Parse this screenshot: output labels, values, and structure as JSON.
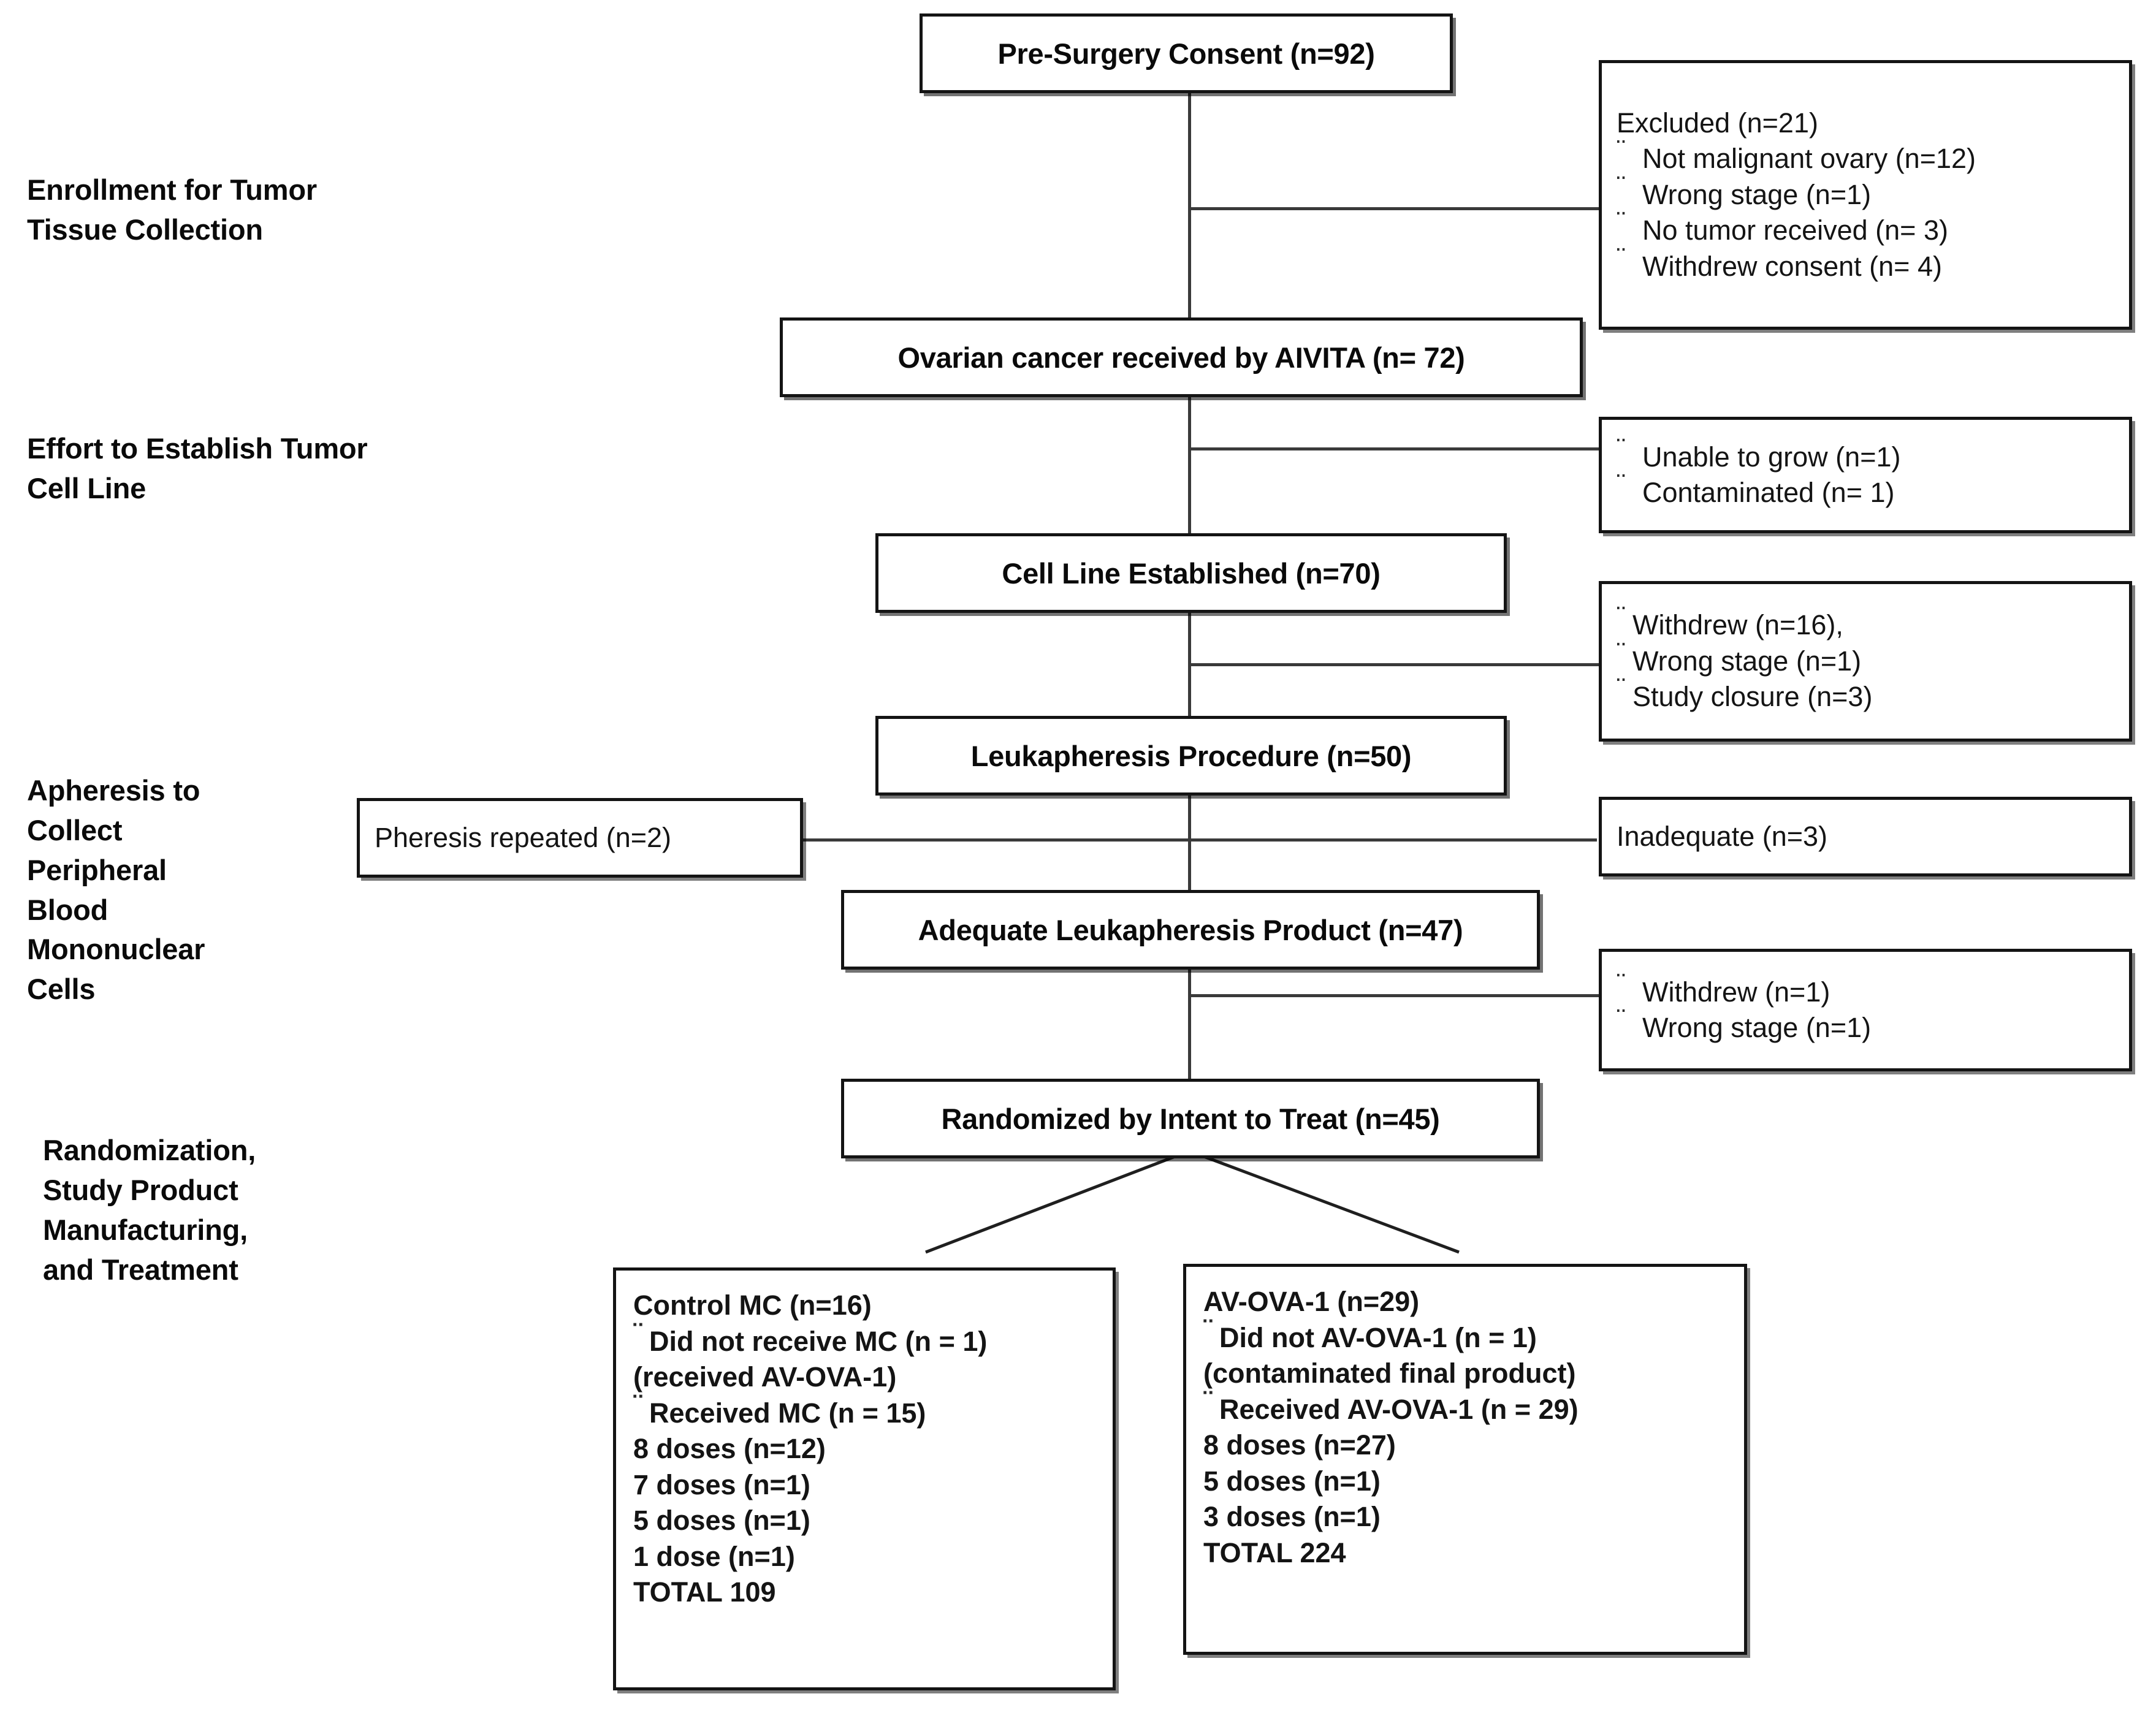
{
  "diagram": {
    "type": "consort-flow-diagram",
    "stage_labels": [
      {
        "id": "enrollment",
        "text": "Enrollment for Tumor\nTissue Collection"
      },
      {
        "id": "cell-line",
        "text": "Effort to Establish Tumor\nCell Line"
      },
      {
        "id": "apheresis",
        "text": "Apheresis to\nCollect\nPeripheral\nBlood\nMononuclear\nCells"
      },
      {
        "id": "randomization",
        "text": "Randomization,\nStudy Product\nManufacturing,\nand Treatment"
      }
    ],
    "flow_boxes": [
      {
        "id": "pre-surgery-consent",
        "title": "Pre-Surgery Consent (n=92)"
      },
      {
        "id": "ovarian-cancer-received",
        "title": "Ovarian cancer received by AIVITA (n= 72)"
      },
      {
        "id": "cell-line-established",
        "title": "Cell Line Established (n=70)"
      },
      {
        "id": "leukapheresis-procedure",
        "title": "Leukapheresis Procedure (n=50)"
      },
      {
        "id": "adequate-leukapheresis-product",
        "title": "Adequate Leukapheresis Product (n=47)"
      },
      {
        "id": "randomized-by-intent-to-treat",
        "title": "Randomized by Intent to Treat (n=45)"
      }
    ],
    "side_boxes": [
      {
        "id": "excluded",
        "heading": "Excluded (n=21)",
        "items": [
          "Not malignant ovary (n=12)",
          "Wrong stage (n=1)",
          "No tumor received (n= 3)",
          "Withdrew consent (n= 4)"
        ]
      },
      {
        "id": "cell-line-failures",
        "items": [
          "Unable to grow (n=1)",
          "Contaminated (n= 1)"
        ]
      },
      {
        "id": "pre-leukapheresis-dropouts",
        "items": [
          "Withdrew (n=16),",
          "Wrong stage (n=1)",
          "Study closure (n=3)"
        ]
      },
      {
        "id": "inadequate-product",
        "items": [
          "Inadequate (n=3)"
        ]
      },
      {
        "id": "pre-randomization-dropouts",
        "items": [
          "Withdrew (n=1)",
          "Wrong stage (n=1)"
        ]
      }
    ],
    "left_boxes": [
      {
        "id": "pheresis-repeated",
        "items": [
          "Pheresis repeated (n=2)"
        ]
      }
    ],
    "arm_boxes": [
      {
        "id": "control-mc",
        "lines": [
          {
            "text": "Control MC (n=16)",
            "bullet": false
          },
          {
            "text": "Did not receive  MC (n = 1)",
            "bullet": true
          },
          {
            "text": "(received AV-OVA-1)",
            "bullet": false
          },
          {
            "text": "Received MC (n = 15)",
            "bullet": true
          },
          {
            "text": "8 doses (n=12)",
            "bullet": false
          },
          {
            "text": "7 doses (n=1)",
            "bullet": false
          },
          {
            "text": "5 doses (n=1)",
            "bullet": false
          },
          {
            "text": "1 dose (n=1)",
            "bullet": false
          },
          {
            "text": "TOTAL 109",
            "bullet": false
          }
        ]
      },
      {
        "id": "av-ova-1",
        "lines": [
          {
            "text": "AV-OVA-1 (n=29)",
            "bullet": false
          },
          {
            "text": "Did not AV-OVA-1 (n = 1)",
            "bullet": true
          },
          {
            "text": "(contaminated final product)",
            "bullet": false
          },
          {
            "text": "Received AV-OVA-1 (n = 29)",
            "bullet": true
          },
          {
            "text": "8 doses (n=27)",
            "bullet": false
          },
          {
            "text": "5 doses (n=1)",
            "bullet": false
          },
          {
            "text": "3 doses (n=1)",
            "bullet": false
          },
          {
            "text": "TOTAL 224",
            "bullet": false
          }
        ]
      }
    ],
    "bullet_glyph": "¨",
    "colors": {
      "box_border": "#141414",
      "connector": "#3a3a3a",
      "text": "#0a0a0a",
      "background": "#ffffff"
    }
  }
}
